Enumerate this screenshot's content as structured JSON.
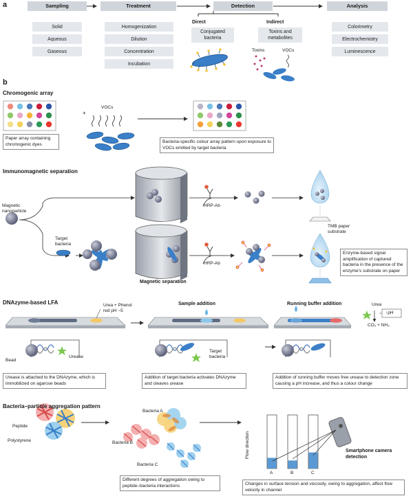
{
  "panel_a": {
    "letter": "a",
    "headers": [
      "Sampling",
      "Treatment",
      "Detection",
      "Analysis"
    ],
    "sampling": [
      "Solid",
      "Aqueous",
      "Gaseous"
    ],
    "treatment": [
      "Homogenization",
      "Dilution",
      "Concentration",
      "Incubation"
    ],
    "direct_title": "Direct",
    "direct_text": "Conjugated bacteria",
    "indirect_title": "Indirect",
    "indirect_text": "Toxins and metabolites",
    "toxins_label": "Toxins",
    "vocs_label": "VOCs",
    "analysis": [
      "Colorimetry",
      "Electrochemistry",
      "Luminescence"
    ]
  },
  "panel_b": {
    "letter": "b",
    "chromogenic": {
      "title": "Chromogenic array",
      "vocs_label": "VOCs",
      "plus": "+",
      "caption_left": "Paper array containing chromogenic dyes",
      "caption_right": "Bacteria-specific colour array pattern upon exposure to VOCs emitted by target bacteria",
      "colors_before": [
        "#f08a7a",
        "#78c0e6",
        "#4a78b8",
        "#c81e3c",
        "#2b56a8",
        "#8fc96a",
        "#e8a8c8",
        "#f4b43a",
        "#d2469a",
        "#2e8f4c",
        "#f5e089",
        "#f5d05a",
        "#8a90a8",
        "#2d9a5a",
        "#e8372e"
      ],
      "colors_after": [
        "#b9b5c8",
        "#78c0e6",
        "#4a78b8",
        "#c81e3c",
        "#2b56a8",
        "#8fc96a",
        "#e8a8c8",
        "#a0a8c0",
        "#d2469a",
        "#2e8f4c",
        "#f5a03a",
        "#f5d05a",
        "#5a8a3a",
        "#2d9a5a",
        "#e8372e"
      ]
    },
    "immuno": {
      "title": "Immunomagnetic separation",
      "magnetic_np": "Magnetic nanoparticle",
      "target_bacteria": "Target bacteria",
      "hrp_top": "HRP-Ab",
      "hrp_bottom": "HRP-Ab",
      "magnetic_separation": "Magnetic separation",
      "tmb": "TMB paper substrate",
      "caption": "Enzyme-based signal amplification of captured bacteria in the presence of the enzyme's substrate on paper"
    },
    "dnazyme": {
      "title": "DNAzyme-based LFA",
      "urea_label": "Urea + Phenol red pH ~5",
      "bead": "Bead",
      "urease": "Urease",
      "sample_addition": "Sample addition",
      "target_bacteria": "Target bacteria",
      "running_buffer": "Running buffer addition",
      "urea": "Urea",
      "ph": "↑pH",
      "products": "CO₂ + NH₃",
      "caption1": "Urease is attached to the DNAzyme, which is immobilized on agarose beads",
      "caption2": "Addition of target bacteria activates DNAzyme and cleaves urease",
      "caption3": "Addition of running buffer moves free urease to detection zone causing a pH increase, and thus a colour change"
    },
    "aggregation": {
      "title": "Bacteria–particle aggregation pattern",
      "peptide": "Peptide",
      "polystyrene": "Polystyrene",
      "bacteria_a": "Bacteria A",
      "bacteria_b": "Bacteria B",
      "bacteria_c": "Bacteria C",
      "flow_direction": "Flow direction",
      "channels": [
        "A",
        "B",
        "C"
      ],
      "channel_fill": [
        0.2,
        0.15,
        0.3
      ],
      "smartphone": "Smartphone camera detection",
      "caption1": "Different degrees of aggregation owing to peptide–bacteria interactions",
      "caption2": "Changes in surface tension and viscosity, owing to aggregation, affect flow velocity in channel"
    }
  }
}
